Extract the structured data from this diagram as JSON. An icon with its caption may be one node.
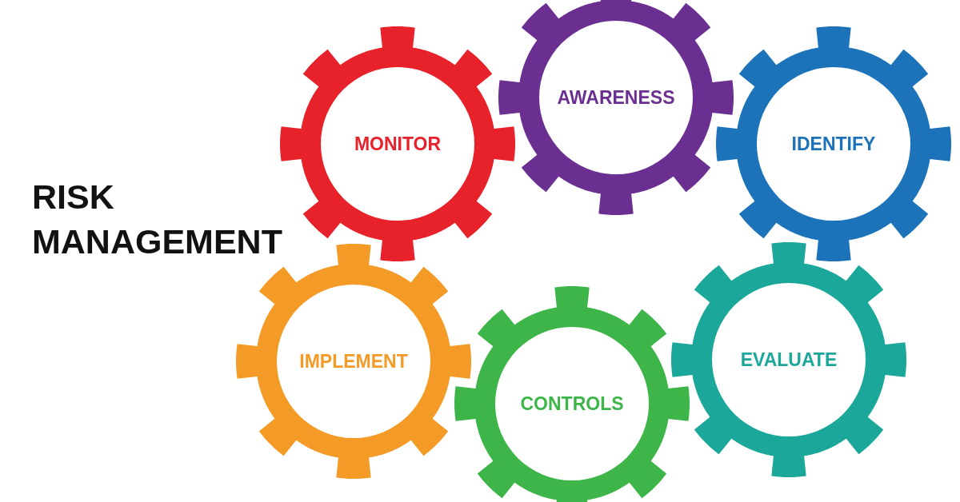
{
  "diagram": {
    "title": "RISK MANAGEMENT",
    "nodes": [
      {
        "text": [
          "MONITOR"
        ]
      },
      {
        "text": [
          "AWARENESS"
        ]
      },
      {
        "text": [
          "IDENTIFY"
        ]
      },
      {
        "text": [
          "IMPLEMENT"
        ]
      },
      {
        "text": [
          "CONTROLS"
        ]
      },
      {
        "text": [
          "EVALUATE"
        ]
      }
    ],
    "edges": []
  }
}
